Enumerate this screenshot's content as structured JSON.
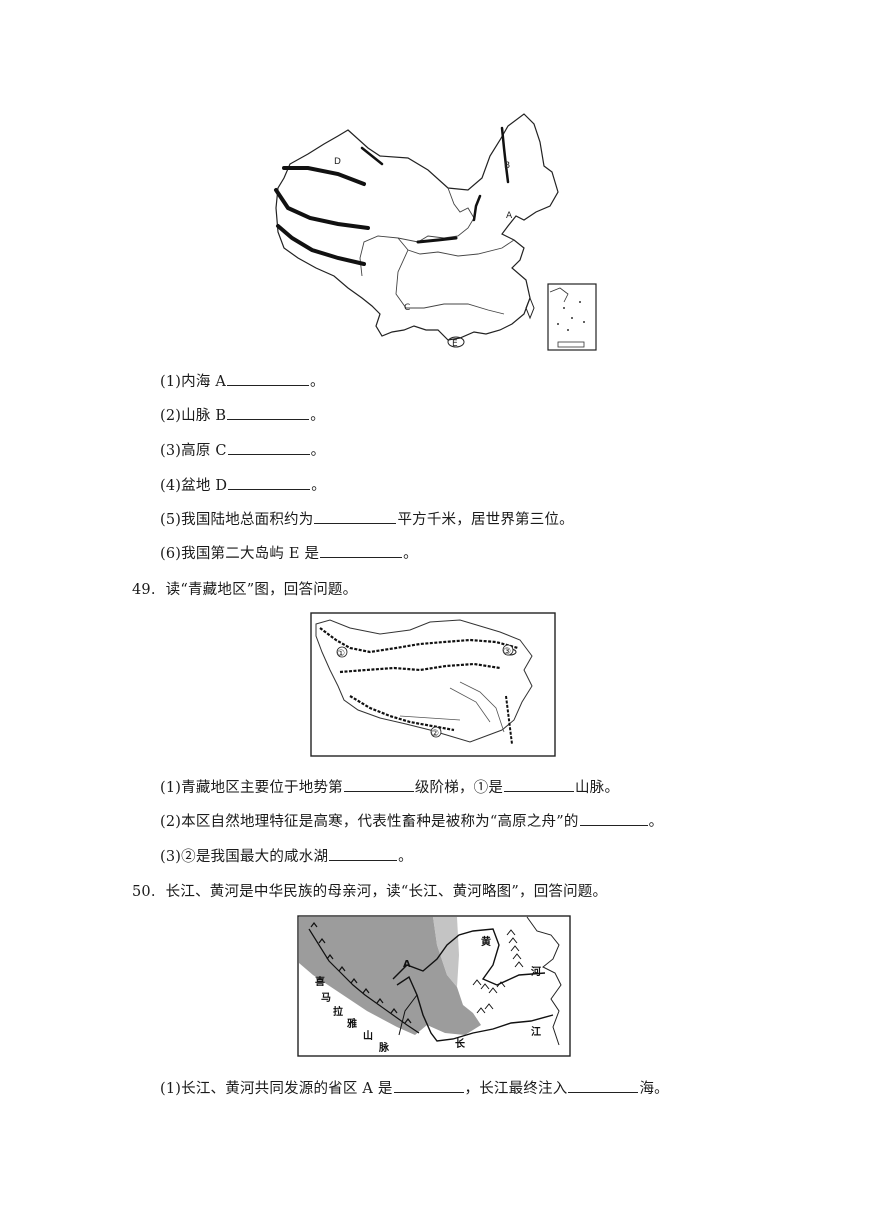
{
  "map1": {
    "labels": {
      "a": "A",
      "b": "B",
      "c": "C",
      "d": "D",
      "e": "E"
    }
  },
  "q48": {
    "items": [
      {
        "prefix": "(1)内海 A",
        "suffix": "。"
      },
      {
        "prefix": "(2)山脉 B",
        "suffix": "。"
      },
      {
        "prefix": "(3)高原 C",
        "suffix": "。"
      },
      {
        "prefix": "(4)盆地 D",
        "suffix": "。"
      },
      {
        "prefix": "(5)我国陆地总面积约为",
        "suffix": "平方千米，居世界第三位。"
      },
      {
        "prefix": "(6)我国第二大岛屿 E 是",
        "suffix": "。"
      }
    ]
  },
  "q49": {
    "number": "49.",
    "stem": "读“青藏地区”图，回答问题。",
    "map_labels": {
      "one": "①",
      "two": "②",
      "three": "③"
    },
    "items": [
      {
        "p1": "(1)青藏地区主要位于地势第",
        "p2": "级阶梯，①是",
        "p3": "山脉。"
      },
      {
        "p1": "(2)本区自然地理特征是高寒，代表性畜种是被称为“高原之舟”的",
        "p2": "。"
      },
      {
        "p1": "(3)②是我国最大的咸水湖",
        "p2": "。"
      }
    ]
  },
  "q50": {
    "number": "50.",
    "stem": "长江、黄河是中华民族的母亲河，读“长江、黄河略图”，回答问题。",
    "map_labels": {
      "a": "A",
      "xi": "喜",
      "ma": "马",
      "la": "拉",
      "ya": "雅",
      "shan": "山",
      "mai": "脉",
      "huang": "黄",
      "he": "河",
      "chang": "长",
      "jiang": "江"
    },
    "items": [
      {
        "p1": "(1)长江、黄河共同发源的省区 A 是",
        "p2": "，长江最终注入",
        "p3": "海。"
      }
    ]
  }
}
